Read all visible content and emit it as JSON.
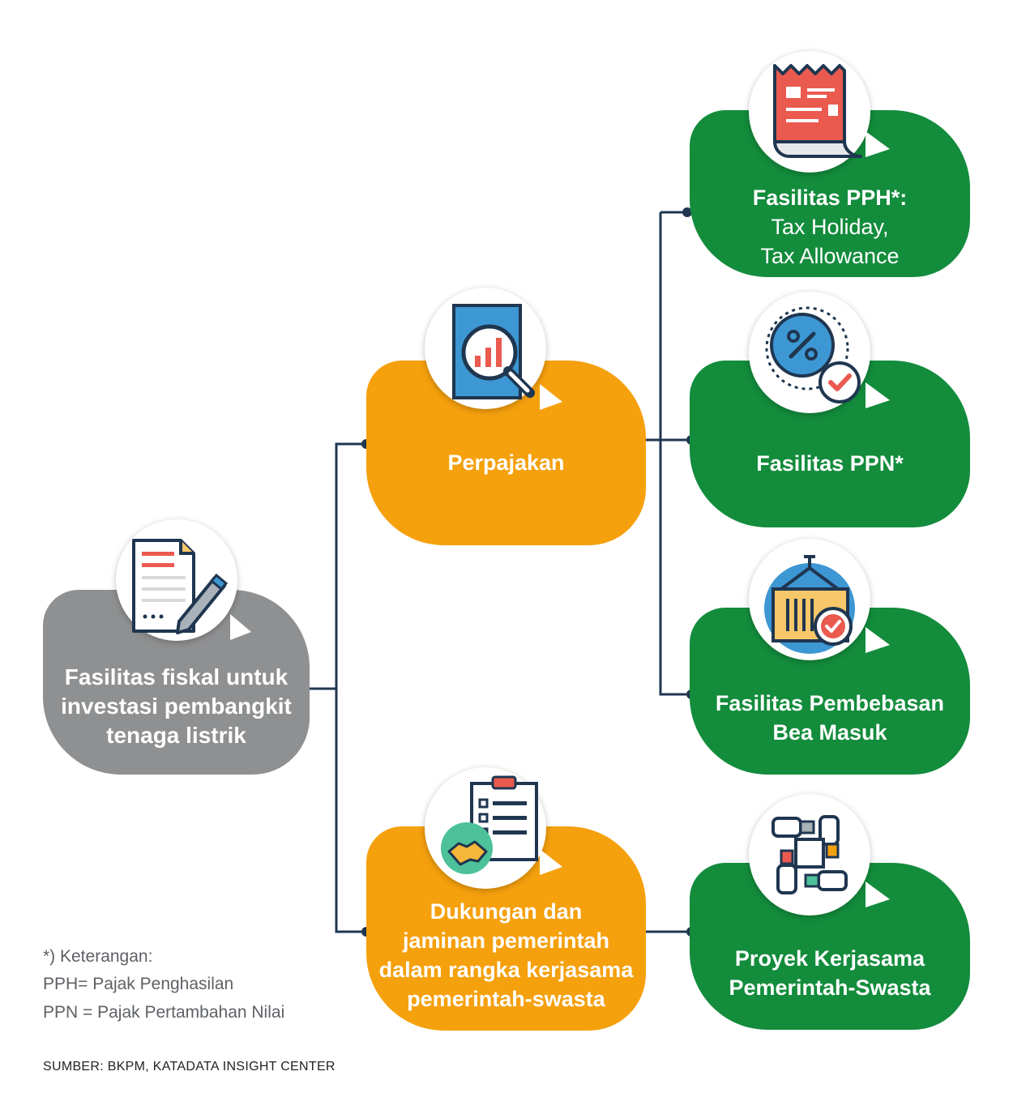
{
  "root": {
    "label_lines": [
      "Fasilitas fiskal untuk",
      "investasi pembangkit",
      "tenaga listrik"
    ]
  },
  "perpajakan": {
    "label": "Perpajakan"
  },
  "dukungan": {
    "label_lines": [
      "Dukungan dan",
      "jaminan pemerintah",
      "dalam rangka kerjasama",
      "pemerintah-swasta"
    ]
  },
  "pph": {
    "title": "Fasilitas PPH*:",
    "lines": [
      "Tax Holiday,",
      "Tax Allowance"
    ]
  },
  "ppn": {
    "label": "Fasilitas PPN*"
  },
  "bea": {
    "label_lines": [
      "Fasilitas Pembebasan",
      "Bea Masuk"
    ]
  },
  "kps": {
    "label_lines": [
      "Proyek Kerjasama",
      "Pemerintah-Swasta"
    ]
  },
  "notes": {
    "heading": "*) Keterangan:",
    "pph": "PPH= Pajak Penghasilan",
    "ppn": "PPN = Pajak Pertambahan Nilai"
  },
  "source": "SUMBER: BKPM, KATADATA INSIGHT CENTER",
  "colors": {
    "gray": "#8f9091",
    "orange": "#f5a00d",
    "green": "#138c3c",
    "connector": "#1f3650"
  },
  "icons": [
    "document-pen-icon",
    "report-magnifier-icon",
    "receipt-icon",
    "percent-check-icon",
    "container-check-icon",
    "handshake-clipboard-icon",
    "hands-cooperation-icon"
  ]
}
